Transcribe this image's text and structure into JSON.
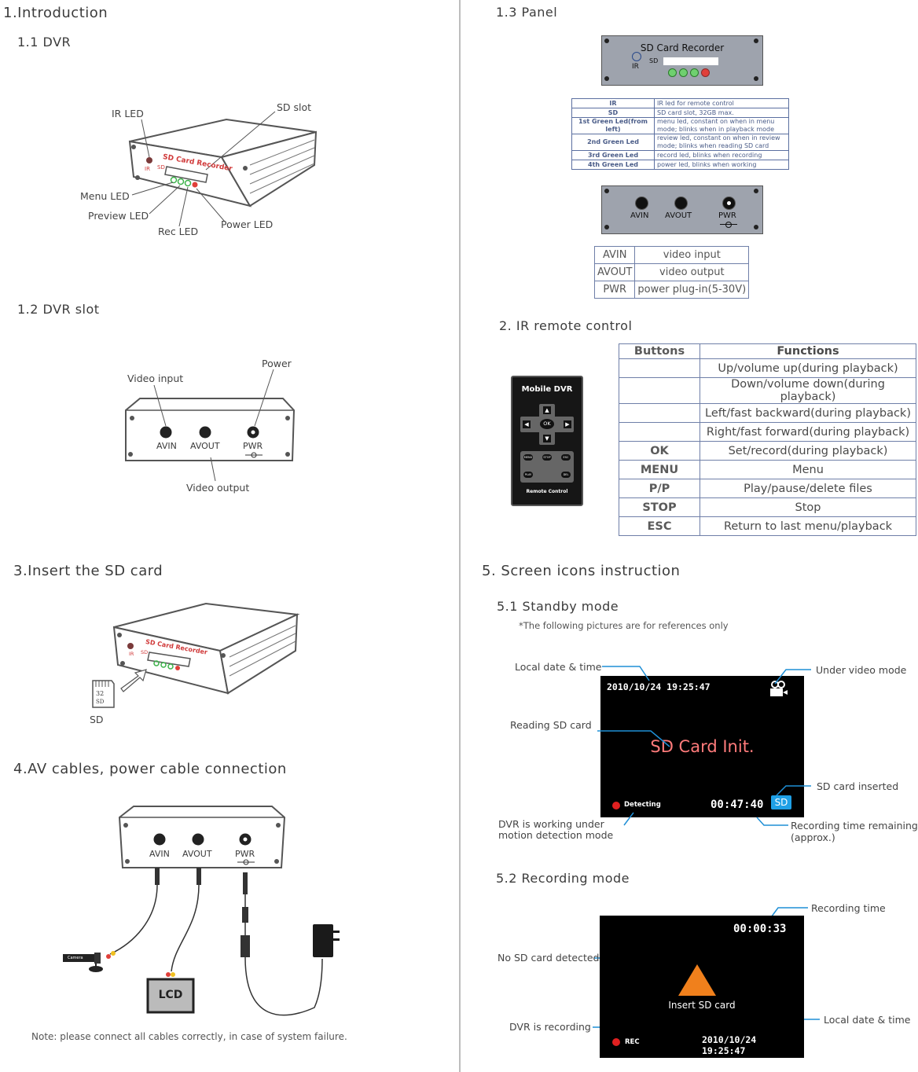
{
  "left": {
    "s1_title": "1.Introduction",
    "s11_title": "1.1 DVR",
    "dvr_labels": {
      "ir_led": "IR LED",
      "sd_slot": "SD slot",
      "menu_led": "Menu LED",
      "preview_led": "Preview LED",
      "rec_led": "Rec LED",
      "power_led": "Power LED",
      "device_name": "SD Card Recorder",
      "ir": "IR",
      "sd": "SD"
    },
    "s12_title": "1.2 DVR slot",
    "slot_labels": {
      "power": "Power",
      "video_input": "Video input",
      "video_output": "Video output",
      "avin": "AVIN",
      "avout": "AVOUT",
      "pwr": "PWR"
    },
    "s3_title": "3.Insert the SD card",
    "sd_card_label": "SD",
    "sd_card_size": "32",
    "s4_title": "4.AV cables, power cable connection",
    "cable_labels": {
      "camera": "Camera",
      "lcd": "LCD",
      "avin": "AVIN",
      "avout": "AVOUT",
      "pwr": "PWR"
    },
    "note": "Note: please connect all cables correctly, in case of system failure."
  },
  "right": {
    "s13_title": "1.3 Panel",
    "panel": {
      "name": "SD Card Recorder",
      "sd": "SD",
      "ir": "IR"
    },
    "led_table": [
      {
        "k": "IR",
        "v": "IR led for remote control"
      },
      {
        "k": "SD",
        "v": "SD card slot, 32GB max."
      },
      {
        "k": "1st Green Led(from left)",
        "v": "menu led, constant on when in menu mode;        blinks when in playback mode"
      },
      {
        "k": "2nd Green Led",
        "v": "review led, constant on when in review mode;       blinks when reading SD card"
      },
      {
        "k": "3rd Green Led",
        "v": "record led, blinks when recording"
      },
      {
        "k": "4th Green Led",
        "v": "power led, blinks when working"
      }
    ],
    "rear_panel": {
      "avin": "AVIN",
      "avout": "AVOUT",
      "pwr": "PWR"
    },
    "av_table": [
      {
        "k": "AVIN",
        "v": "video input"
      },
      {
        "k": "AVOUT",
        "v": "video output"
      },
      {
        "k": "PWR",
        "v": "power plug-in(5-30V)"
      }
    ],
    "s2_title": "2. IR remote control",
    "remote": {
      "title": "Mobile DVR",
      "ok": "OK",
      "footer": "Remote Control",
      "menu": "MENU",
      "stop": "STOP",
      "esc": "ESC",
      "play": "PLAY",
      "del": "DEL"
    },
    "btn_table_header": {
      "k": "Buttons",
      "v": "Functions"
    },
    "btn_table": [
      {
        "k": "",
        "v": "Up/volume up(during playback)"
      },
      {
        "k": "",
        "v": "Down/volume down(during playback)"
      },
      {
        "k": "",
        "v": "Left/fast backward(during playback)"
      },
      {
        "k": "",
        "v": "Right/fast forward(during playback)"
      },
      {
        "k": "OK",
        "v": "Set/record(during playback)"
      },
      {
        "k": "MENU",
        "v": "Menu"
      },
      {
        "k": "P/P",
        "v": "Play/pause/delete files"
      },
      {
        "k": "STOP",
        "v": "Stop"
      },
      {
        "k": "ESC",
        "v": "Return to last menu/playback"
      }
    ],
    "s5_title": "5. Screen icons instruction",
    "s51_title": "5.1 Standby mode",
    "s51_note": "*The following pictures are for references only",
    "standby": {
      "local_date_time": "Local date & time",
      "under_video_mode": "Under video mode",
      "reading_sd_card": "Reading SD card",
      "sd_card_inserted": "SD card inserted",
      "dvr_motion_1": "DVR is working under",
      "dvr_motion_2": "motion detection  mode",
      "rec_time_remaining_1": "Recording time remaining",
      "rec_time_remaining_2": "(approx.)",
      "screen_datetime": "2010/10/24  19:25:47",
      "screen_message": "SD Card Init.",
      "screen_detecting": "Detecting",
      "screen_remaining": "00:47:40",
      "screen_sd": "SD"
    },
    "s52_title": "5.2 Recording mode",
    "recording": {
      "recording_time": "Recording time",
      "no_sd_detected": "No SD card detected",
      "local_date_time": "Local date & time",
      "dvr_recording": "DVR is recording",
      "screen_time": "00:00:33",
      "screen_insert": "Insert SD card",
      "screen_rec": "REC",
      "screen_datetime": "2010/10/24  19:25:47"
    }
  },
  "colors": {
    "accent_blue": "#1f8fd6",
    "warning_orange": "#f0801c",
    "led_green": "#3cb34a",
    "led_red": "#e0403a",
    "rec_red": "#e02020",
    "sd_blue": "#1fa0e6"
  }
}
